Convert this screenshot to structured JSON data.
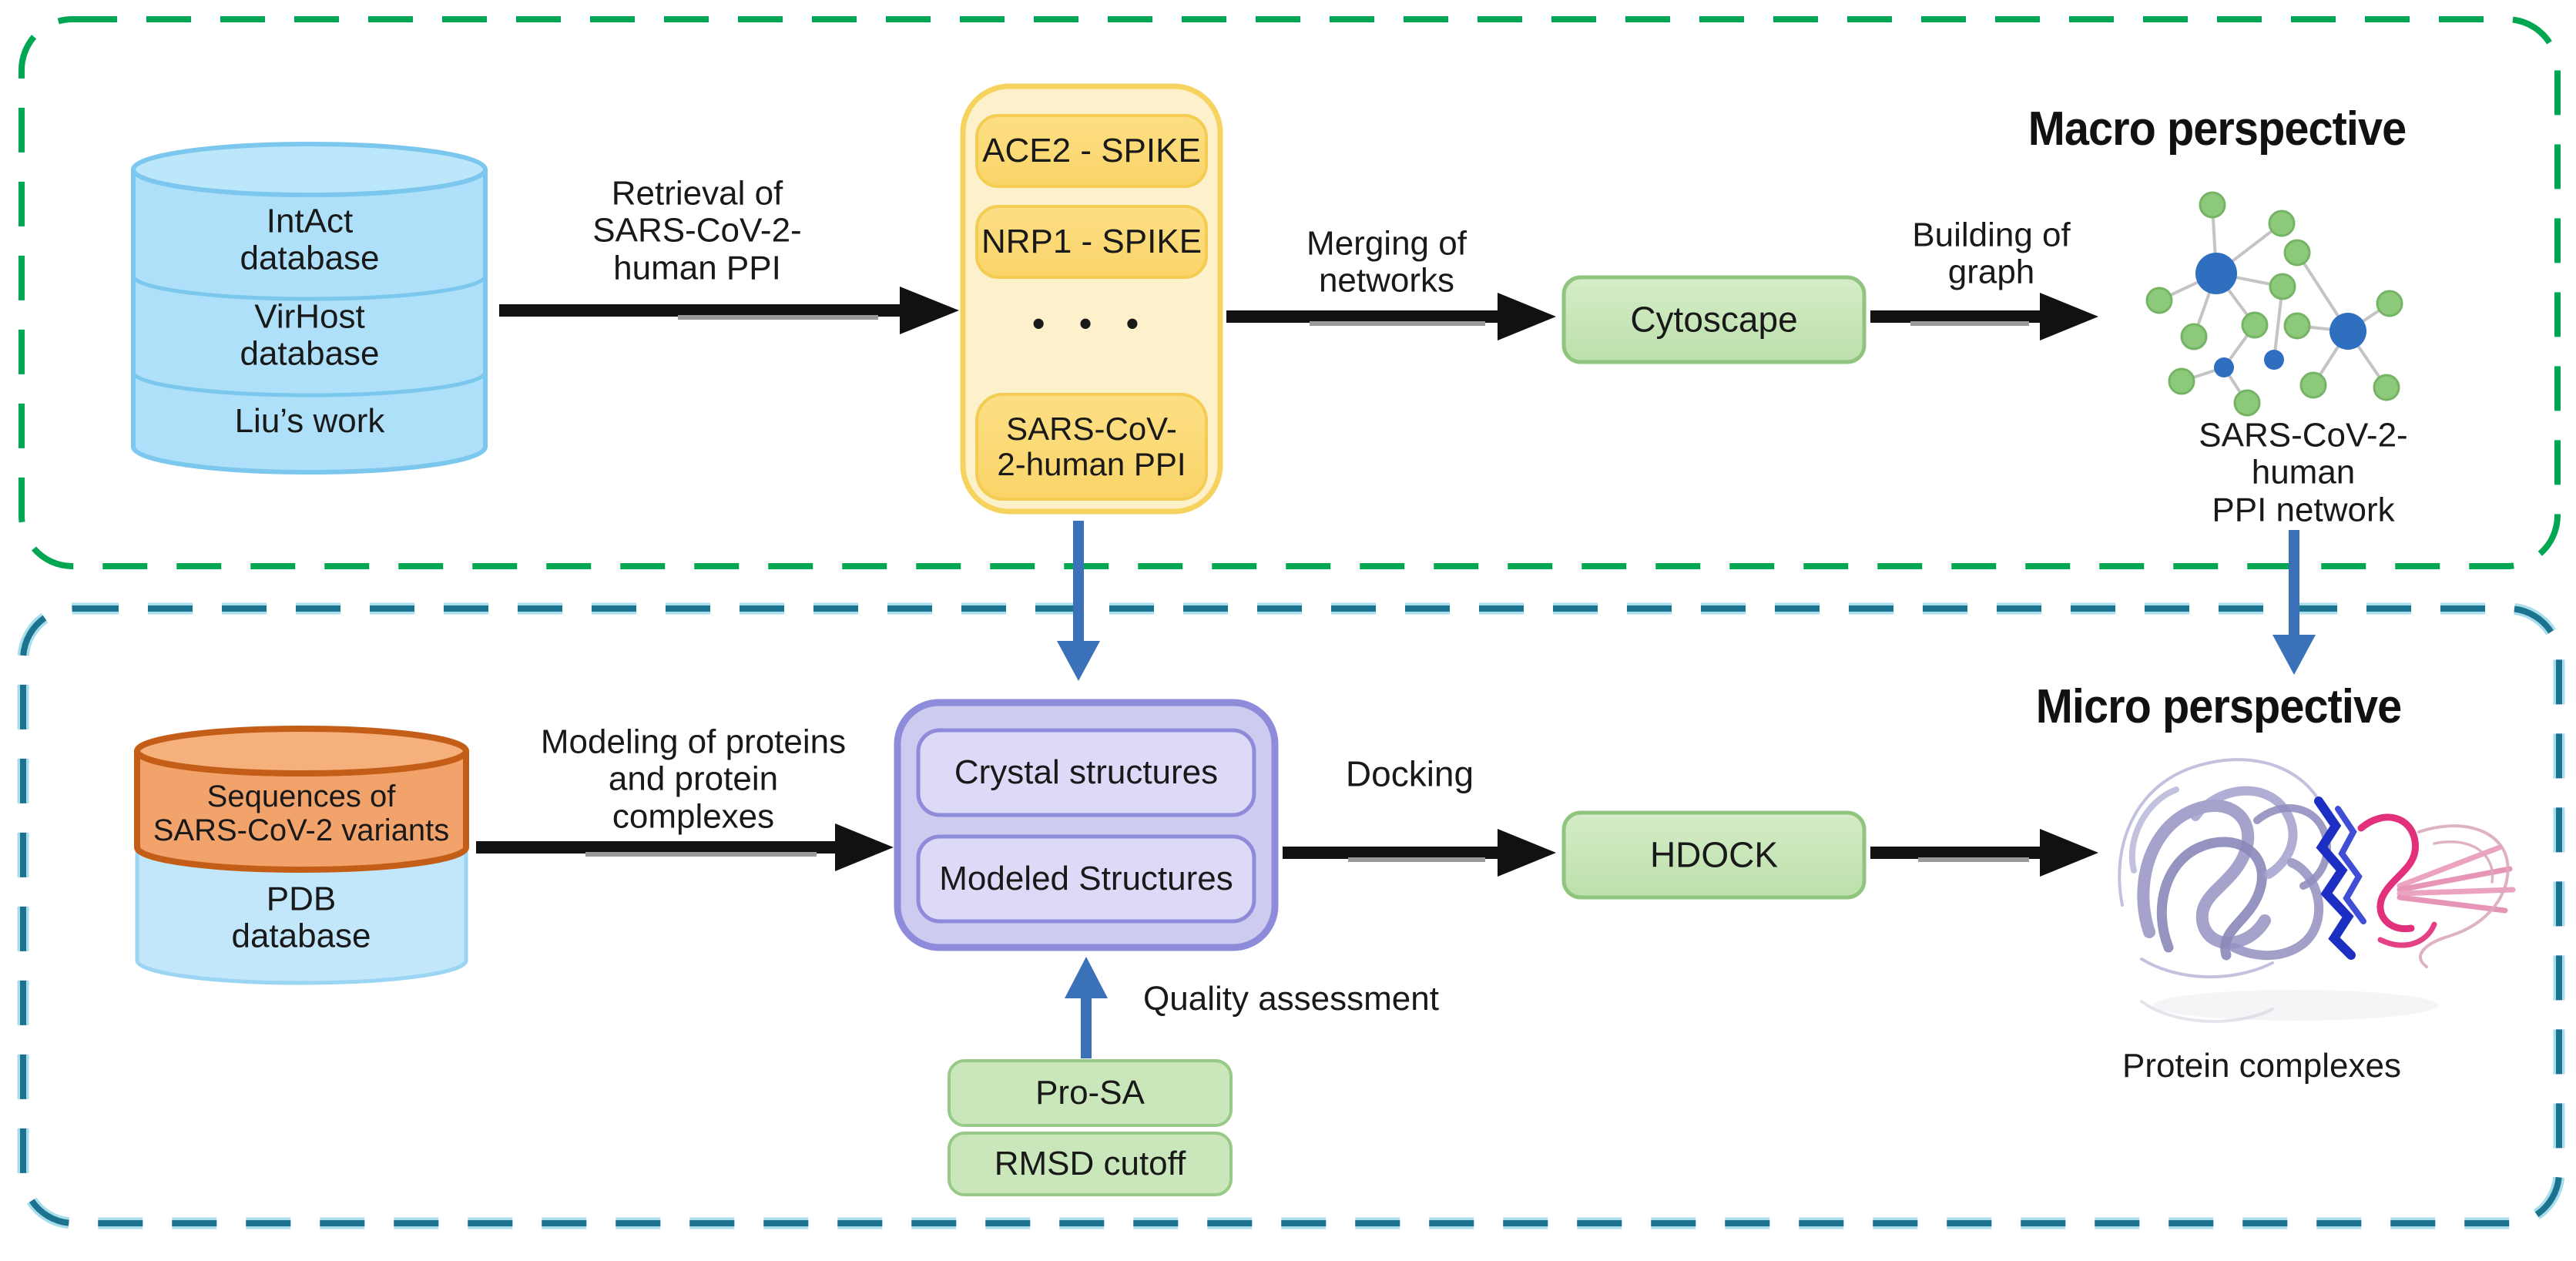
{
  "figure": {
    "macro": {
      "title": "Macro perspective",
      "database": {
        "section1": "IntAct\ndatabase",
        "section2": "VirHost\ndatabase",
        "section3": "Liu’s work"
      },
      "retrieval_label": "Retrieval of\nSARS-CoV-2-\nhuman PPI",
      "ppi_box": {
        "item1": "ACE2 - SPIKE",
        "item2": "NRP1 - SPIKE",
        "dots": "• • •",
        "item3": "SARS-CoV-\n2-human PPI"
      },
      "merging_label": "Merging of\nnetworks",
      "cytoscape": "Cytoscape",
      "building_label": "Building of\ngraph",
      "network_caption": "SARS-CoV-2-human\nPPI network"
    },
    "micro": {
      "title": "Micro perspective",
      "database": {
        "top": "Sequences of\nSARS-CoV-2 variants",
        "bottom": "PDB\ndatabase"
      },
      "modeling_label": "Modeling of proteins\nand protein\ncomplexes",
      "structures_box": {
        "item1": "Crystal structures",
        "item2": "Modeled Structures"
      },
      "docking_label": "Docking",
      "hdock": "HDOCK",
      "quality_label": "Quality assessment",
      "qa_tool1": "Pro-SA",
      "qa_tool2": "RMSD cutoff",
      "result_caption": "Protein complexes"
    },
    "colors": {
      "macro_border": "#00A651",
      "micro_border": "#1B7390",
      "micro_border_halo": "#A8DEEC",
      "blue_arrow": "#3B71B8",
      "black_arrow": "#111111",
      "cylinder_blue_fill": "#AEE1F9",
      "cylinder_blue_stroke": "#7CC7EE",
      "cylinder_orange_fill": "#F2A36B",
      "cylinder_orange_stroke": "#C45D17",
      "pdb_fill": "#C2E6FA",
      "pdb_stroke": "#9AD5F3",
      "yellow_fill": "#FCF1CB",
      "yellow_stroke": "#F6D35F",
      "yellow_chip_fill": "#FBDB78",
      "yellow_chip_stroke": "#F4CC52",
      "green_box_fill": "#C7E6B8",
      "green_box_stroke": "#8FC57E",
      "purple_fill": "#CDCBEF",
      "purple_stroke": "#8E8BDB",
      "purple_chip_fill": "#DCDAF7",
      "node_green": "#8CC97B",
      "node_blue": "#2F6FC0"
    }
  }
}
